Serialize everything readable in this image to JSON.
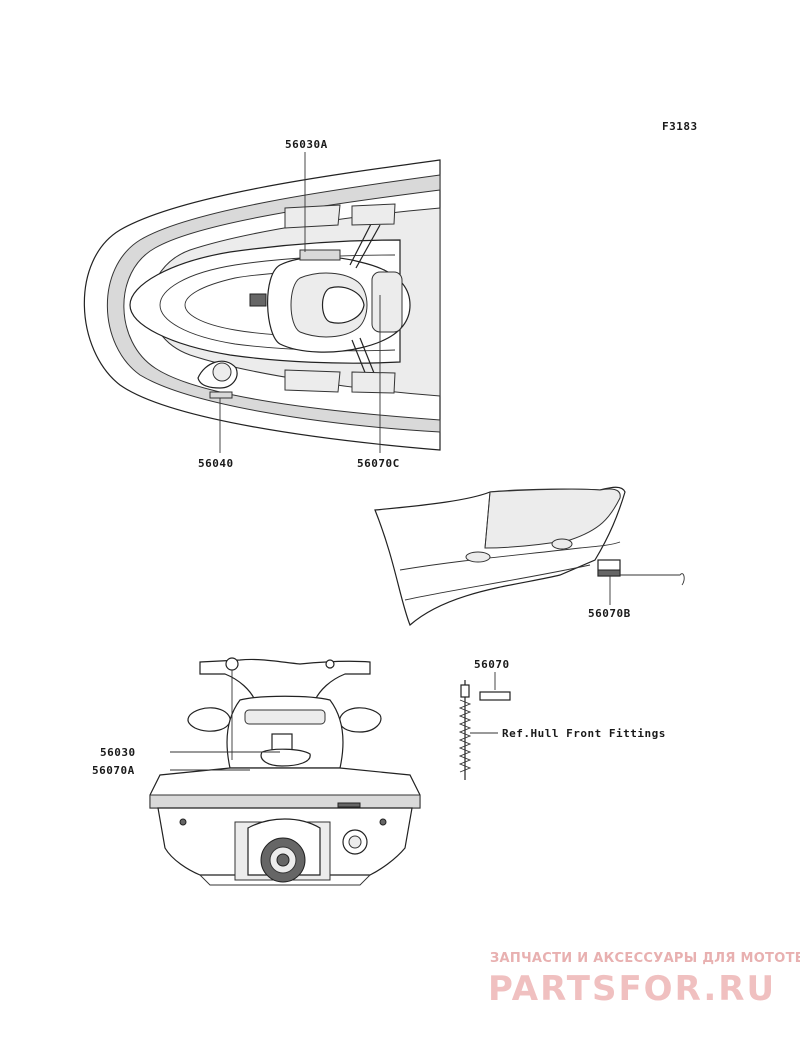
{
  "figure_code": "F3183",
  "callouts": {
    "p56030A": "56030A",
    "p56040": "56040",
    "p56070C": "56070C",
    "p56070B": "56070B",
    "p56070": "56070",
    "p56030": "56030",
    "p56070A": "56070A",
    "ref_hull": "Ref.Hull Front Fittings"
  },
  "watermark": {
    "tagline": "ЗАПЧАСТИ И АКСЕССУАРЫ ДЛЯ МОТОТЕХНИКИ",
    "brand": "PARTSFOR.RU"
  },
  "colors": {
    "line": "#222222",
    "watermark": "#f0c0c0"
  }
}
